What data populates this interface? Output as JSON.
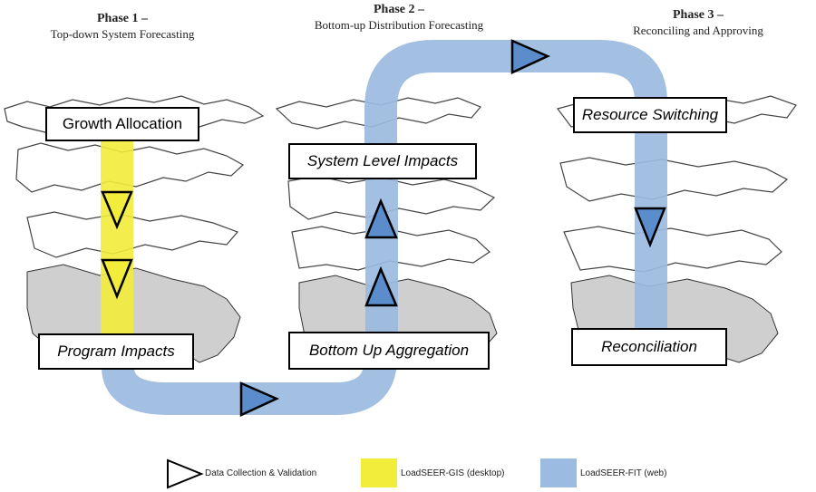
{
  "phases": [
    {
      "title": "Phase 1 –",
      "subtitle": "Top-down System Forecasting"
    },
    {
      "title": "Phase 2 –",
      "subtitle": "Bottom-up  Distribution Forecasting"
    },
    {
      "title": "Phase 3 –",
      "subtitle": "Reconciling and Approving"
    }
  ],
  "boxes": {
    "growth_allocation": "Growth Allocation",
    "program_impacts": "Program Impacts",
    "system_level_impacts": "System Level Impacts",
    "bottom_up_aggregation": "Bottom Up Aggregation",
    "resource_switching": "Resource Switching",
    "reconciliation": "Reconciliation"
  },
  "legend": {
    "data_collection": "Data Collection & Validation",
    "loadseer_gis": "LoadSEER-GIS  (desktop)",
    "loadseer_fit": "LoadSEER-FIT  (web)"
  },
  "colors": {
    "yellow": "#f2ec3a",
    "blue": "#9bbbe0",
    "arrow_blue": "#5b8ccc",
    "map_line": "#444444"
  }
}
